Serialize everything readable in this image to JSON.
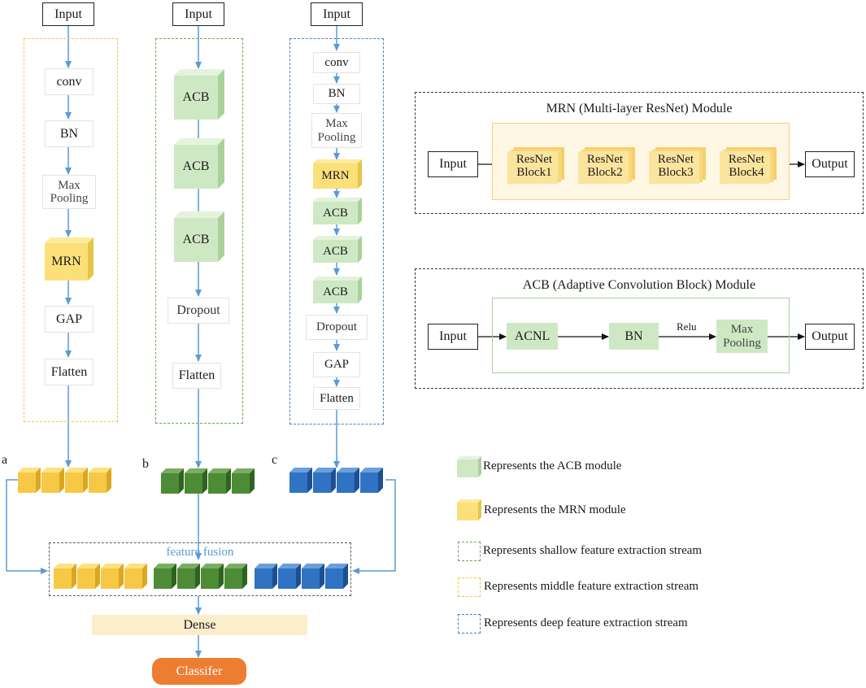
{
  "colors": {
    "arrow": "#5b9bd5",
    "yellow_stream": "#f4c842",
    "green_stream": "#6aaa5c",
    "blue_stream": "#4a7fc0",
    "acb_fill": "#cfe8c4",
    "mrn_fill": "#fbe07a",
    "cube_yellow": "#f7c845",
    "cube_green": "#4e8b36",
    "cube_blue": "#2f73c2",
    "dense_fill": "#fdeecb",
    "classifier_fill": "#ed7d31"
  },
  "stream_a": {
    "input": "Input",
    "layers": [
      "conv",
      "BN",
      "Max\nPooling",
      "MRN",
      "GAP",
      "Flatten"
    ],
    "label": "a"
  },
  "stream_b": {
    "input": "Input",
    "layers": [
      "ACB",
      "ACB",
      "ACB",
      "Dropout",
      "Flatten"
    ],
    "label": "b"
  },
  "stream_c": {
    "input": "Input",
    "layers": [
      "conv",
      "BN",
      "Max\nPooling",
      "MRN",
      "ACB",
      "ACB",
      "ACB",
      "Dropout",
      "GAP",
      "Flatten"
    ],
    "label": "c"
  },
  "fusion": {
    "label": "feature fusion"
  },
  "dense": {
    "label": "Dense"
  },
  "classifier": {
    "label": "Classifer"
  },
  "mrn_module": {
    "title": "MRN (Multi-layer ResNet) Module",
    "input": "Input",
    "blocks": [
      "ResNet\nBlock1",
      "ResNet\nBlock2",
      "ResNet\nBlock3",
      "ResNet\nBlock4"
    ],
    "output": "Output"
  },
  "acb_module": {
    "title": "ACB (Adaptive Convolution Block) Module",
    "input": "Input",
    "steps": [
      "ACNL",
      "BN",
      "Max\nPooling"
    ],
    "activation": "Relu",
    "output": "Output"
  },
  "legend": [
    {
      "icon": "acb-swatch",
      "text": "Represents the ACB module"
    },
    {
      "icon": "mrn-swatch",
      "text": "Represents the MRN module"
    },
    {
      "icon": "green-dashed-swatch",
      "text": "Represents shallow feature extraction stream"
    },
    {
      "icon": "yellow-dashed-swatch",
      "text": "Represents middle feature extraction stream"
    },
    {
      "icon": "blue-dashed-swatch",
      "text": "Represents deep feature extraction stream"
    }
  ]
}
